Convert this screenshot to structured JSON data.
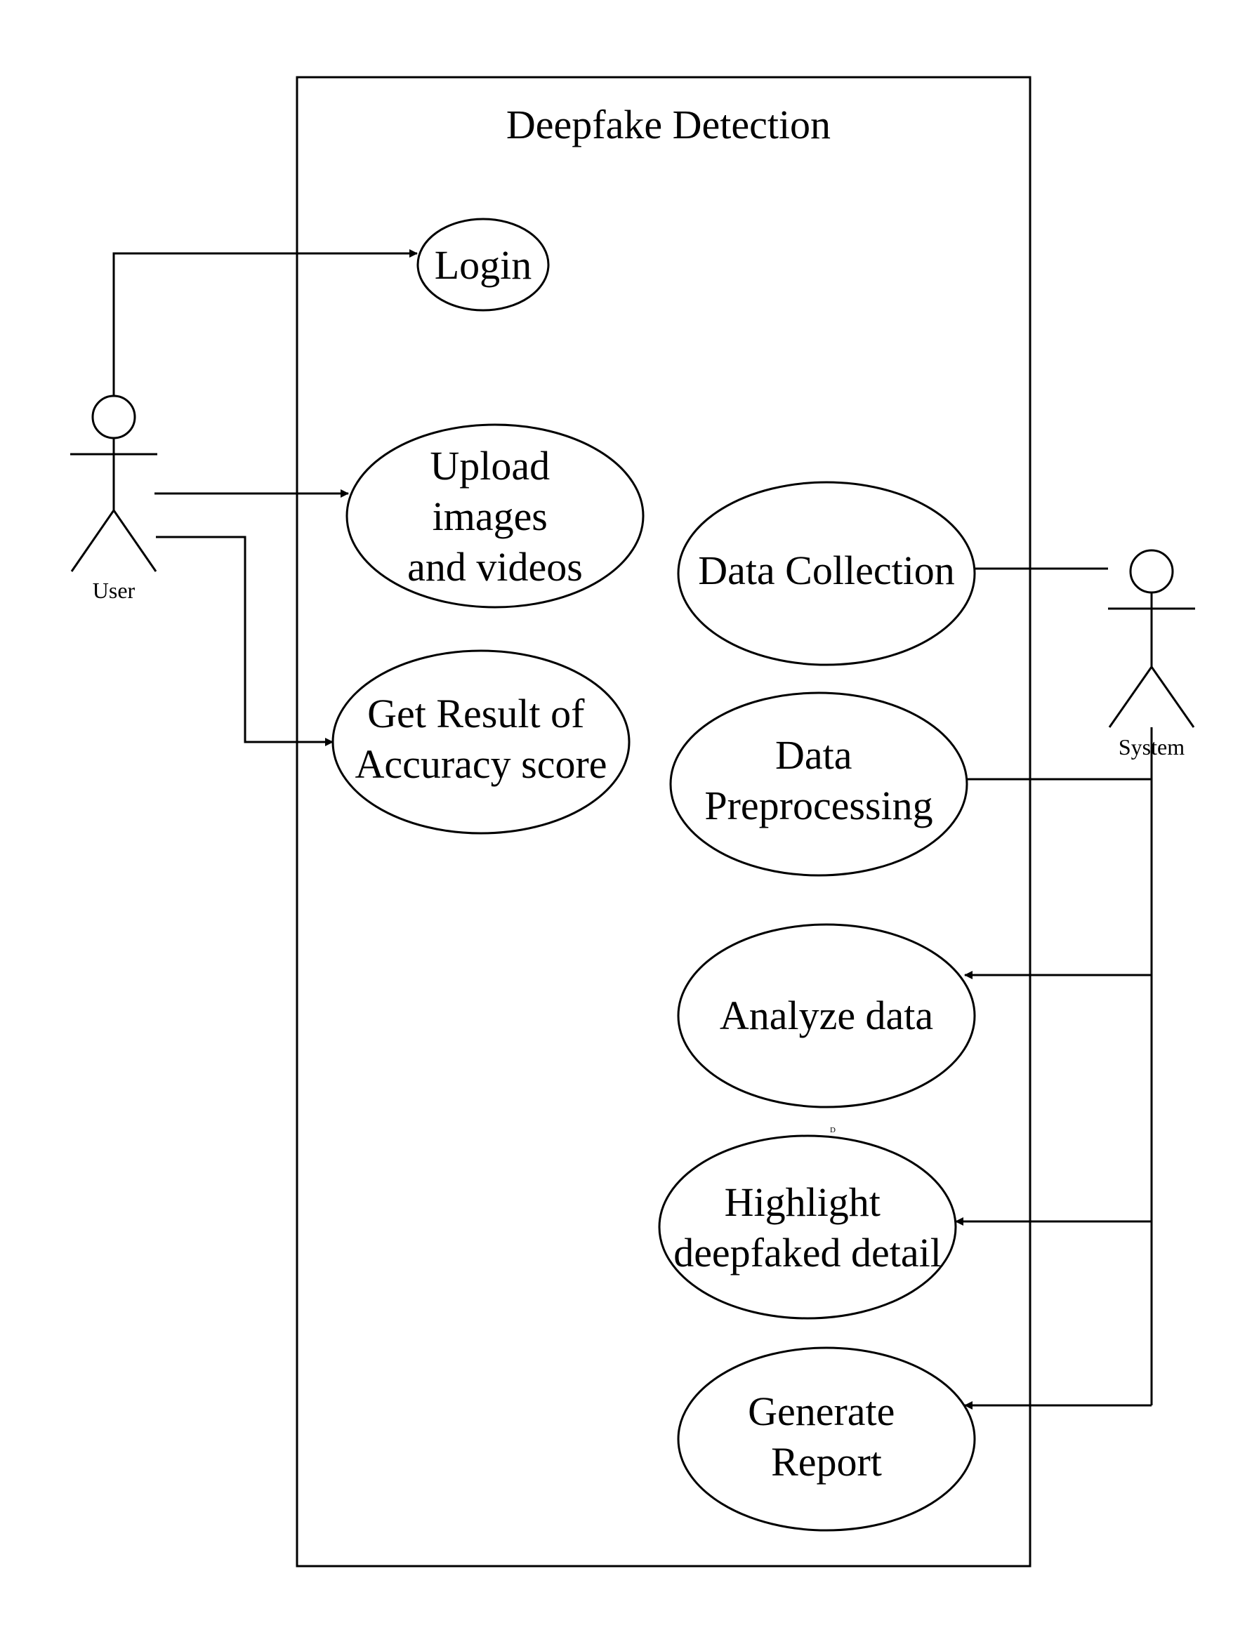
{
  "system": {
    "title": "Deepfake Detection"
  },
  "actors": {
    "user": "User",
    "system": "System"
  },
  "use_cases": {
    "login": [
      "Login"
    ],
    "upload": [
      "Upload",
      "images",
      "and videos"
    ],
    "result": [
      "Get Result of",
      "Accuracy score"
    ],
    "collection": [
      "Data Collection"
    ],
    "preprocessing": [
      "Data",
      "Preprocessing"
    ],
    "analyze": [
      "Analyze data"
    ],
    "highlight": [
      "Highlight",
      "deepfaked detail"
    ],
    "report": [
      "Generate",
      "Report"
    ]
  },
  "stray_mark": "D",
  "colors": {
    "stroke": "#000000",
    "background": "#ffffff"
  }
}
